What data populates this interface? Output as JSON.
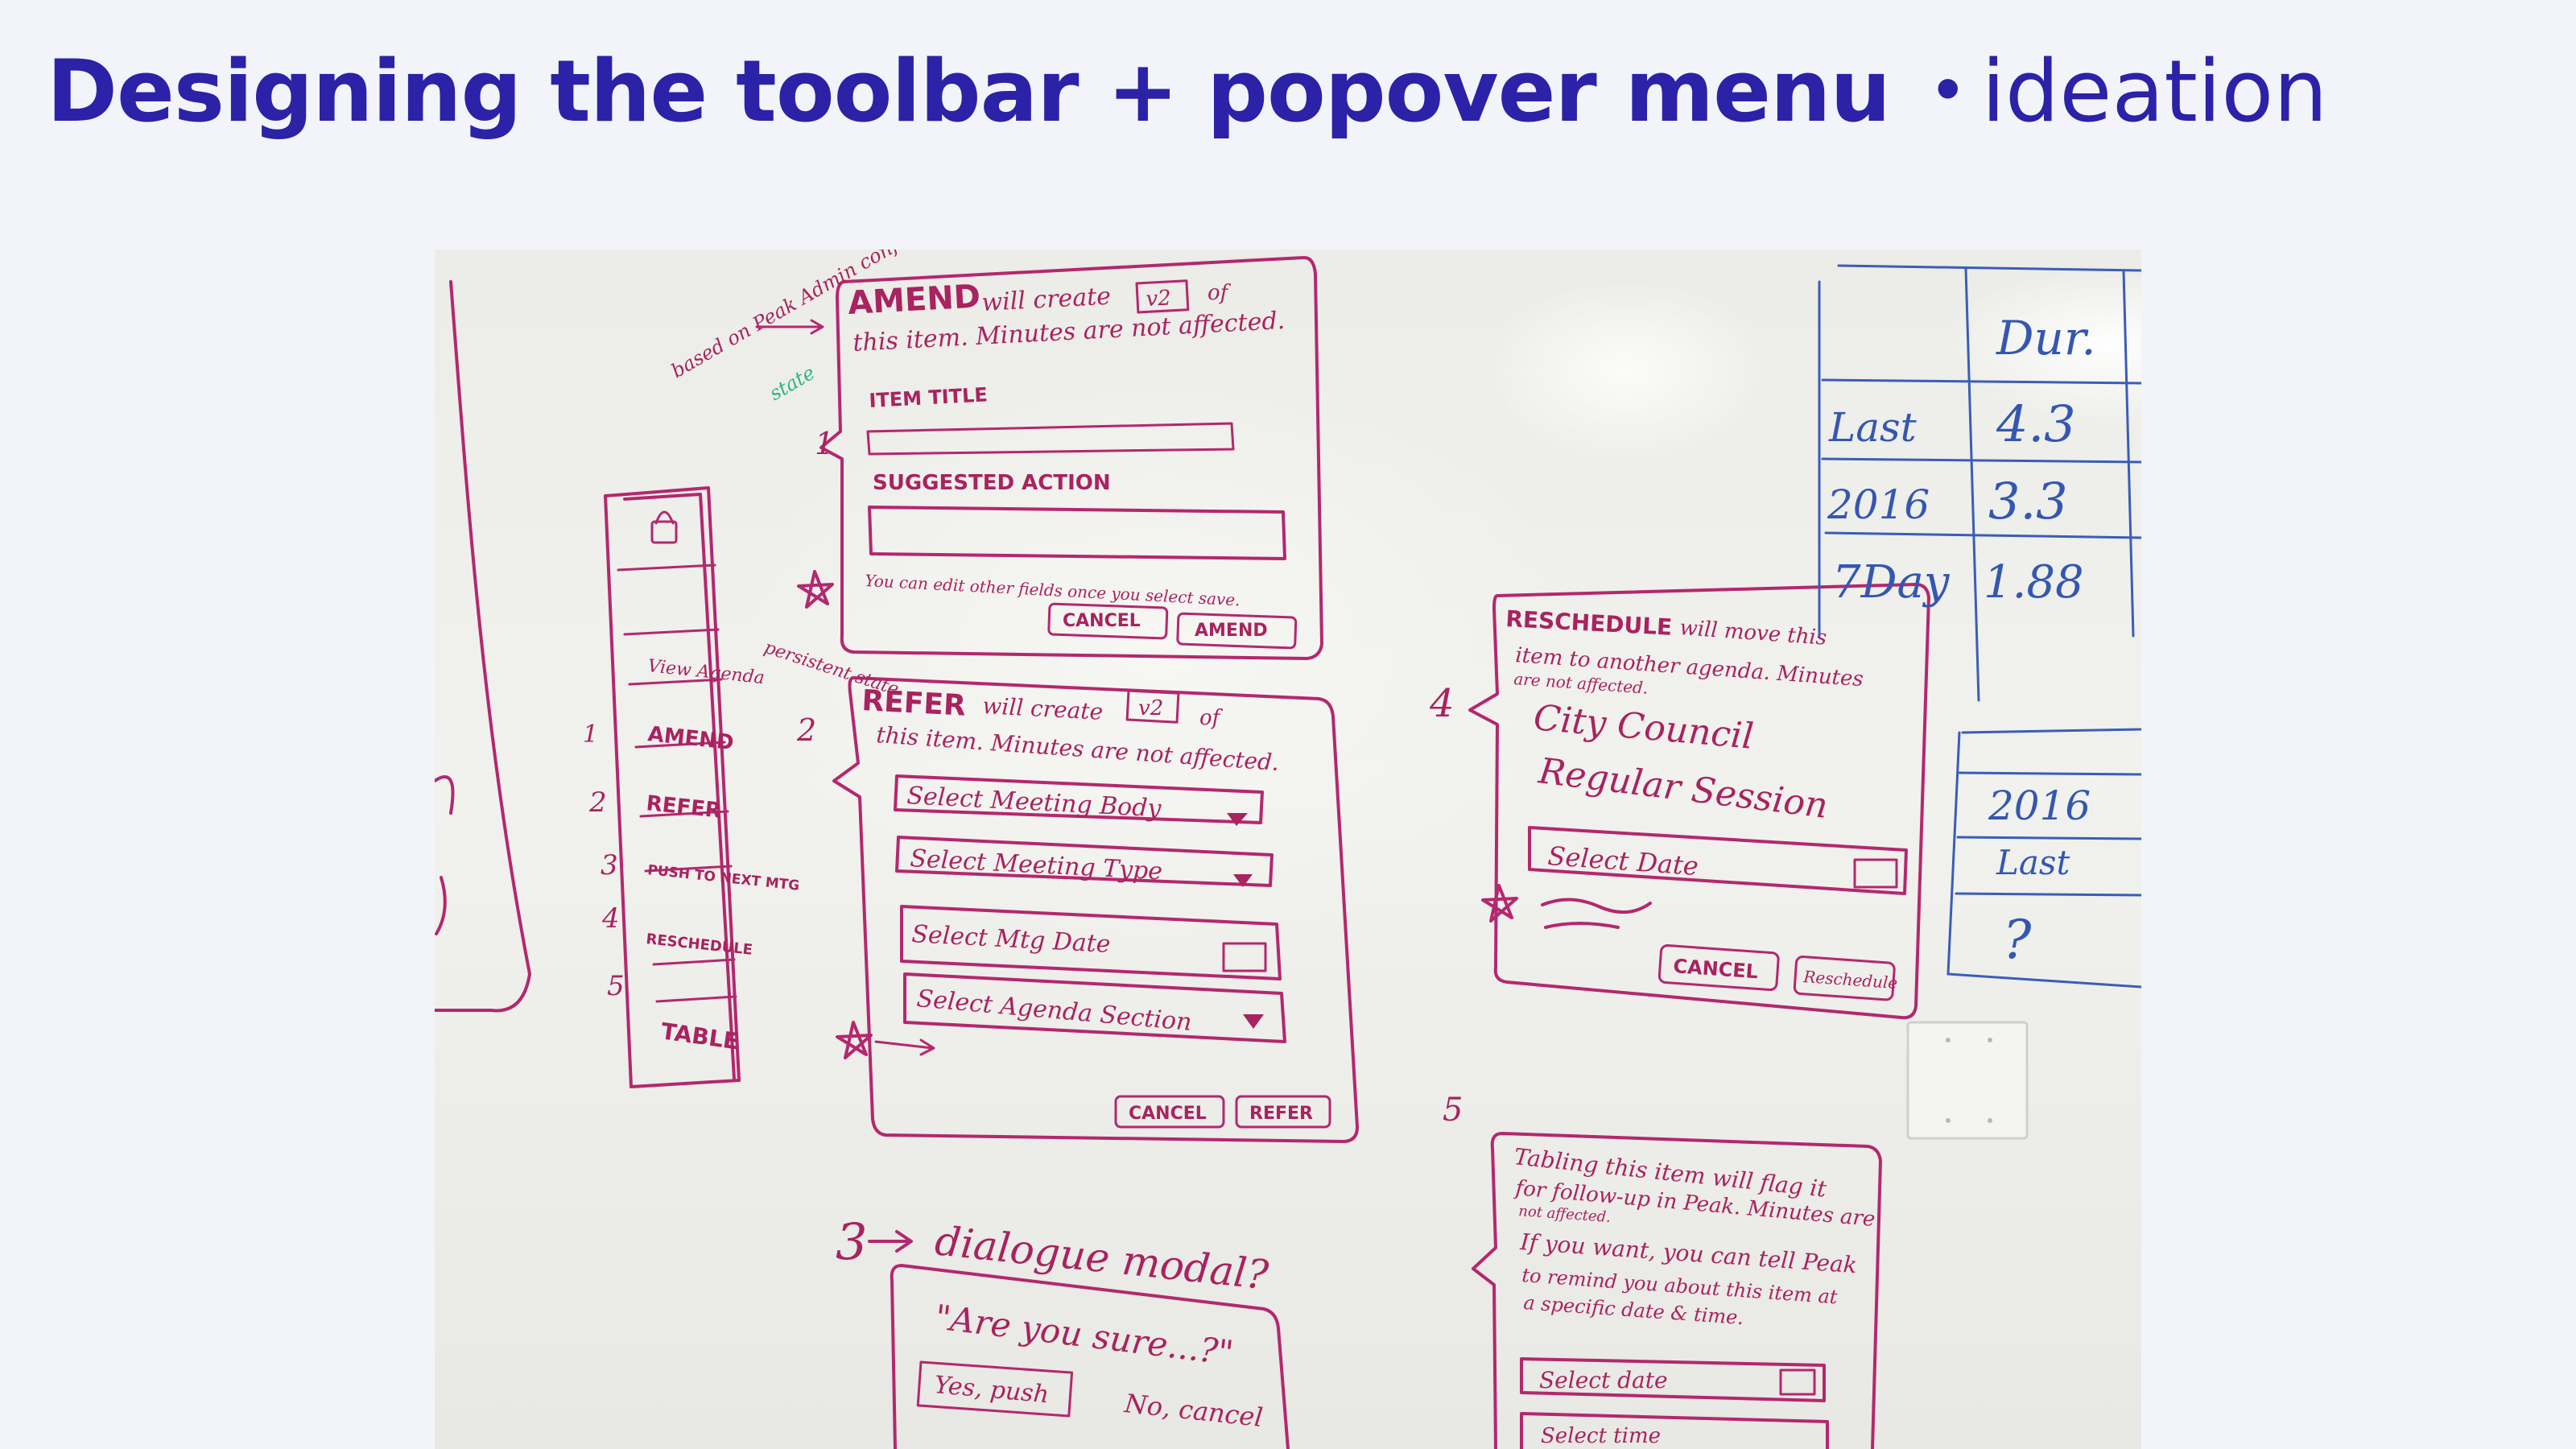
{
  "header": {
    "title": "Designing the toolbar + popover menu",
    "bullet": "•",
    "subtitle": "ideation"
  },
  "whiteboard": {
    "toolbar": {
      "items": [
        "View Agenda",
        "AMEND",
        "REFER",
        "PUSH TO NEXT MTG",
        "RESCHEDULE",
        "TABLE"
      ],
      "numbers": [
        "1",
        "2",
        "3",
        "4",
        "5"
      ]
    },
    "amend": {
      "number": "1",
      "title": "AMEND",
      "line1": "will create",
      "version": "v2",
      "of": "of",
      "line2": "this item. Minutes are not affected.",
      "field1": "ITEM TITLE",
      "field2": "SUGGESTED ACTION",
      "note": "You can edit other fields once you select save.",
      "cancel": "CANCEL",
      "confirm": "AMEND",
      "side_note": "based on Peak Admin config",
      "state": "state"
    },
    "refer": {
      "number": "2",
      "title": "REFER",
      "line1": "will create",
      "version": "v2",
      "of": "of",
      "line2": "this item. Minutes are not affected.",
      "select1": "Select Meeting Body",
      "select2": "Select Meeting Type",
      "select3": "Select Mtg Date",
      "select4": "Select Agenda Section",
      "cancel": "CANCEL",
      "confirm": "REFER",
      "side_note": "persistent state"
    },
    "dialogue": {
      "number": "3",
      "label": "dialogue modal?",
      "question": "\"Are you sure...?\"",
      "yes": "Yes, push",
      "no": "No, cancel"
    },
    "reschedule": {
      "number": "4",
      "title": "RESCHEDULE",
      "line1": "will move this",
      "line2": "item to another agenda. Minutes",
      "line3": "are not affected.",
      "body1": "City Council",
      "body2": "Regular Session",
      "select": "Select Date",
      "cancel": "CANCEL",
      "confirm": "Reschedule"
    },
    "table": {
      "number": "5",
      "line1": "Tabling this item will flag it",
      "line2": "for follow-up in Peak. Minutes are",
      "line3": "not affected.",
      "line4": "If you want, you can tell Peak",
      "line5": "to remind you about this item at",
      "line6": "a specific date & time.",
      "select1": "Select date",
      "select2": "Select time"
    },
    "blue_table": {
      "header": "Dur.",
      "rows": [
        {
          "label": "Last",
          "value": "4.3"
        },
        {
          "label": "2016",
          "value": "3.3"
        },
        {
          "label": "7Day",
          "value": "1.88"
        }
      ],
      "second": [
        "2016",
        "Last",
        "?"
      ]
    },
    "colors": {
      "ink": "#b3286e",
      "blue_ink": "#3a5db8",
      "green_ink": "#2bb38a"
    }
  }
}
